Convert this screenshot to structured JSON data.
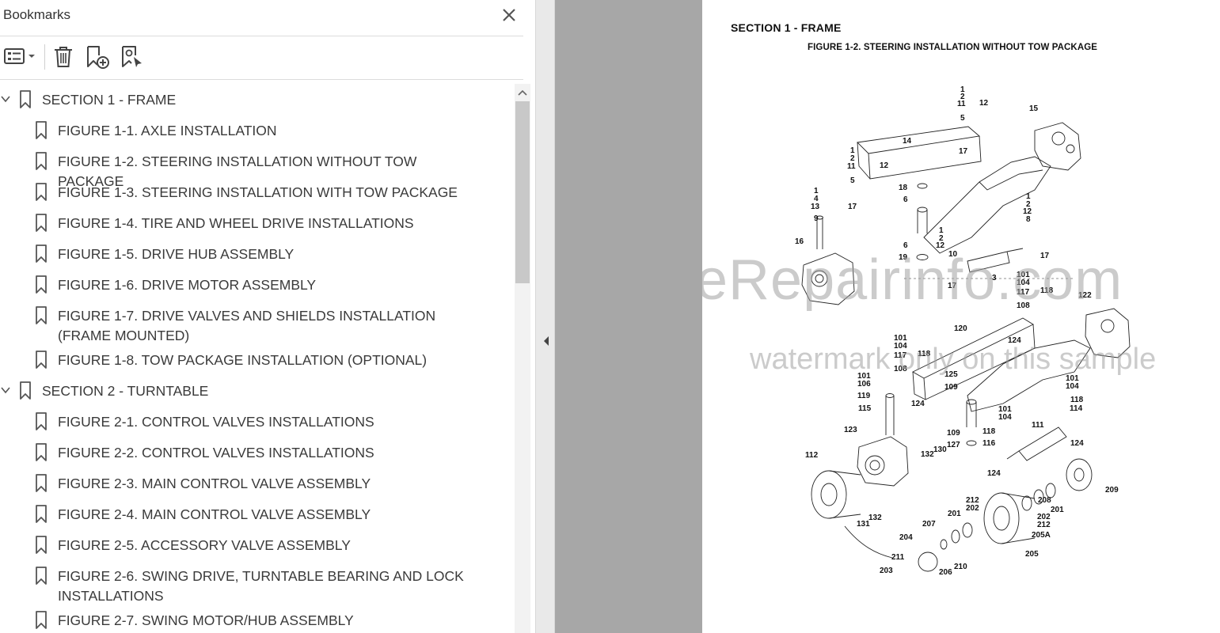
{
  "panel": {
    "title": "Bookmarks",
    "toolbar": {
      "options_icon": "list-options-icon",
      "delete_icon": "trash-icon",
      "new_bookmark_icon": "bookmark-add-icon",
      "find_bookmark_icon": "bookmark-search-icon"
    },
    "tree": [
      {
        "level": 0,
        "expanded": true,
        "label": "SECTION 1 - FRAME"
      },
      {
        "level": 1,
        "label": "FIGURE 1-1. AXLE INSTALLATION"
      },
      {
        "level": 1,
        "label": "FIGURE 1-2. STEERING INSTALLATION WITHOUT TOW PACKAGE"
      },
      {
        "level": 1,
        "label": "FIGURE 1-3. STEERING INSTALLATION WITH TOW PACKAGE"
      },
      {
        "level": 1,
        "label": "FIGURE 1-4. TIRE AND WHEEL DRIVE INSTALLATIONS"
      },
      {
        "level": 1,
        "label": "FIGURE 1-5. DRIVE HUB ASSEMBLY"
      },
      {
        "level": 1,
        "label": "FIGURE 1-6. DRIVE MOTOR ASSEMBLY"
      },
      {
        "level": 1,
        "label": "FIGURE 1-7. DRIVE VALVES AND SHIELDS INSTALLATION (FRAME MOUNTED)"
      },
      {
        "level": 1,
        "label": "FIGURE 1-8. TOW PACKAGE INSTALLATION (OPTIONAL)"
      },
      {
        "level": 0,
        "expanded": true,
        "label": "SECTION 2 - TURNTABLE"
      },
      {
        "level": 1,
        "label": "FIGURE 2-1. CONTROL VALVES INSTALLATIONS"
      },
      {
        "level": 1,
        "label": "FIGURE 2-2. CONTROL VALVES INSTALLATIONS"
      },
      {
        "level": 1,
        "label": "FIGURE 2-3. MAIN CONTROL VALVE ASSEMBLY"
      },
      {
        "level": 1,
        "label": "FIGURE 2-4. MAIN CONTROL VALVE ASSEMBLY"
      },
      {
        "level": 1,
        "label": "FIGURE 2-5. ACCESSORY VALVE ASSEMBLY"
      },
      {
        "level": 1,
        "label": "FIGURE 2-6. SWING DRIVE, TURNTABLE BEARING AND LOCK INSTALLATIONS"
      },
      {
        "level": 1,
        "label": "FIGURE 2-7. SWING MOTOR/HUB ASSEMBLY"
      }
    ]
  },
  "document": {
    "section_heading": "SECTION 1 - FRAME",
    "figure_heading": "FIGURE 1-2. STEERING INSTALLATION WITHOUT TOW PACKAGE",
    "watermark_main": "eRepairinfo.com",
    "watermark_sub": "watermark only on this sample",
    "callouts": [
      "1",
      "2",
      "11",
      "12",
      "15",
      "5",
      "14",
      "17",
      "1",
      "2",
      "11",
      "12",
      "5",
      "18",
      "6",
      "1",
      "4",
      "13",
      "17",
      "9",
      "1",
      "2",
      "12",
      "8",
      "16",
      "1",
      "2",
      "12",
      "10",
      "6",
      "19",
      "17",
      "3",
      "101",
      "104",
      "117",
      "118",
      "108",
      "122",
      "120",
      "124",
      "101",
      "104",
      "117",
      "118",
      "108",
      "125",
      "109",
      "101",
      "106",
      "119",
      "124",
      "101",
      "104",
      "118",
      "114",
      "115",
      "101",
      "104",
      "123",
      "109",
      "118",
      "111",
      "127",
      "116",
      "124",
      "132",
      "130",
      "112",
      "124",
      "209",
      "212",
      "202",
      "208",
      "201",
      "202",
      "201",
      "212",
      "132",
      "131",
      "207",
      "205A",
      "204",
      "205",
      "211",
      "210",
      "203",
      "206"
    ]
  },
  "colors": {
    "gutter": "#a7a7a7",
    "panel_bg": "#ffffff",
    "scroll_thumb": "#c8c8c8",
    "text": "#3a3a3a"
  }
}
